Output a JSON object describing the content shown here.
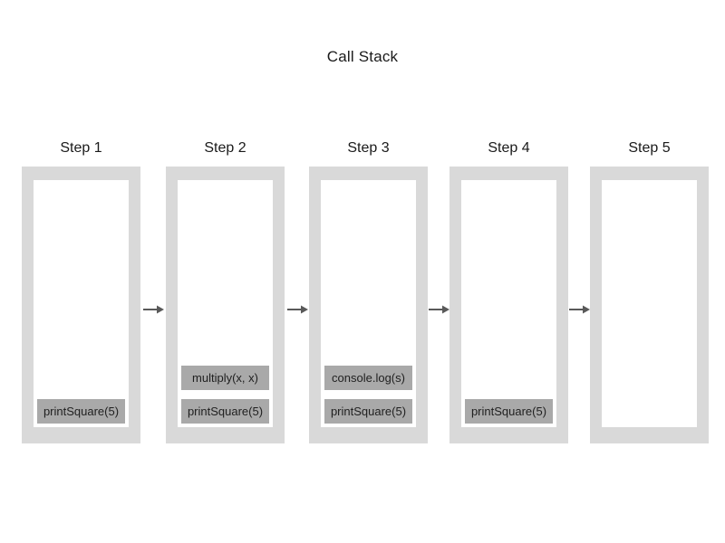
{
  "title": "Call Stack",
  "colors": {
    "background": "#ffffff",
    "container": "#d9d9d9",
    "frame": "#a9a9a9",
    "arrow": "#595959",
    "text": "#1a1a1a"
  },
  "steps": [
    {
      "label": "Step 1",
      "frames": [
        {
          "label": "printSquare(5)"
        }
      ]
    },
    {
      "label": "Step 2",
      "frames": [
        {
          "label": "multiply(x, x)"
        },
        {
          "label": "printSquare(5)"
        }
      ]
    },
    {
      "label": "Step 3",
      "frames": [
        {
          "label": "console.log(s)"
        },
        {
          "label": "printSquare(5)"
        }
      ]
    },
    {
      "label": "Step 4",
      "frames": [
        {
          "label": "printSquare(5)"
        }
      ]
    },
    {
      "label": "Step 5",
      "frames": []
    }
  ]
}
